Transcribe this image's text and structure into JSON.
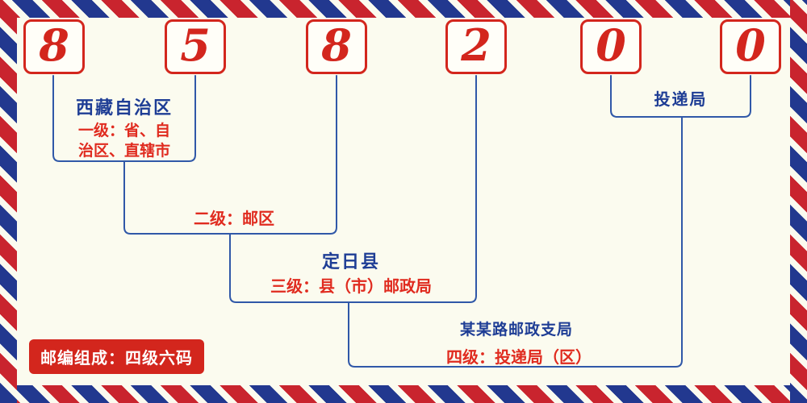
{
  "meta": {
    "description_colors": {
      "accent_red": "#d3261d",
      "accent_blue": "#1e3d95",
      "line_blue": "#3058a8",
      "background": "#fbfbef",
      "frame_red": "#c9242e",
      "frame_blue": "#22388f"
    }
  },
  "digits": [
    "8",
    "5",
    "8",
    "2",
    "0",
    "0"
  ],
  "labels": {
    "level1_region": "西藏自治区",
    "level1_desc_line1": "一级：省、自",
    "level1_desc_line2": "治区、直辖市",
    "level2": "二级：邮区",
    "level3_name": "定日县",
    "level3_desc": "三级：县（市）邮政局",
    "level4_name": "某某路邮政支局",
    "level4_desc": "四级：投递局（区）",
    "delivery": "投递局",
    "badge": "邮编组成：四级六码"
  }
}
